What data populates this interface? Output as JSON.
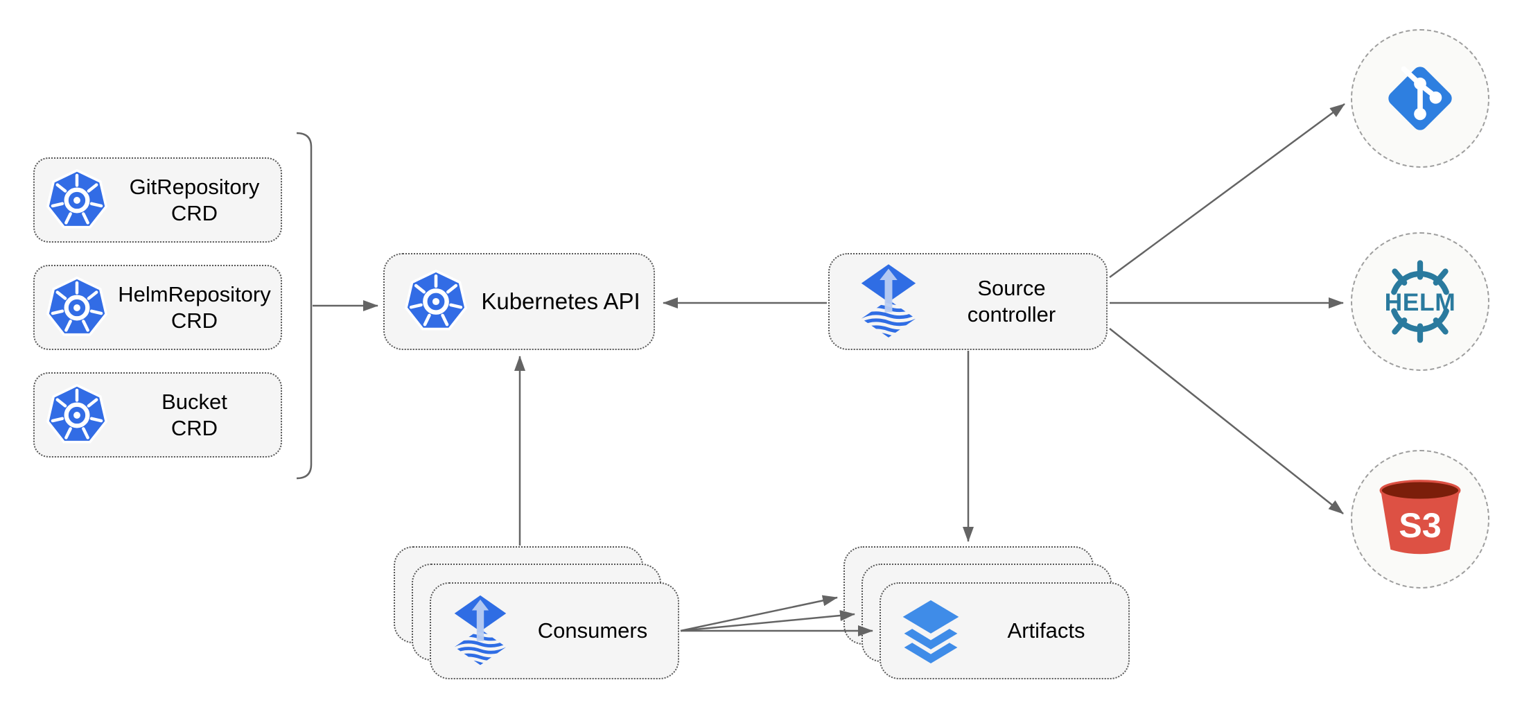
{
  "diagram": {
    "crd_boxes": [
      {
        "label": "GitRepository\nCRD"
      },
      {
        "label": "HelmRepository\nCRD"
      },
      {
        "label": "Bucket\nCRD"
      }
    ],
    "kubernetes_api": {
      "label": "Kubernetes API"
    },
    "source_controller": {
      "label": "Source\ncontroller"
    },
    "consumers": {
      "label": "Consumers"
    },
    "artifacts": {
      "label": "Artifacts"
    },
    "external": {
      "git": {
        "name": "git-repository"
      },
      "helm": {
        "label": "HELM"
      },
      "s3": {
        "label": "S3"
      }
    },
    "colors": {
      "kubernetes_blue": "#326CE5",
      "flux_blue": "#2F6DE4",
      "flux_arrow_light": "#B9CDF2",
      "artifact_blue": "#3F8CE8",
      "git_blue": "#2E7FE0",
      "helm_teal": "#2A7A9E",
      "s3_red": "#DD5144",
      "s3_dark": "#7B1E0A",
      "node_fill": "#F5F5F5",
      "connector_gray": "#646464"
    }
  }
}
